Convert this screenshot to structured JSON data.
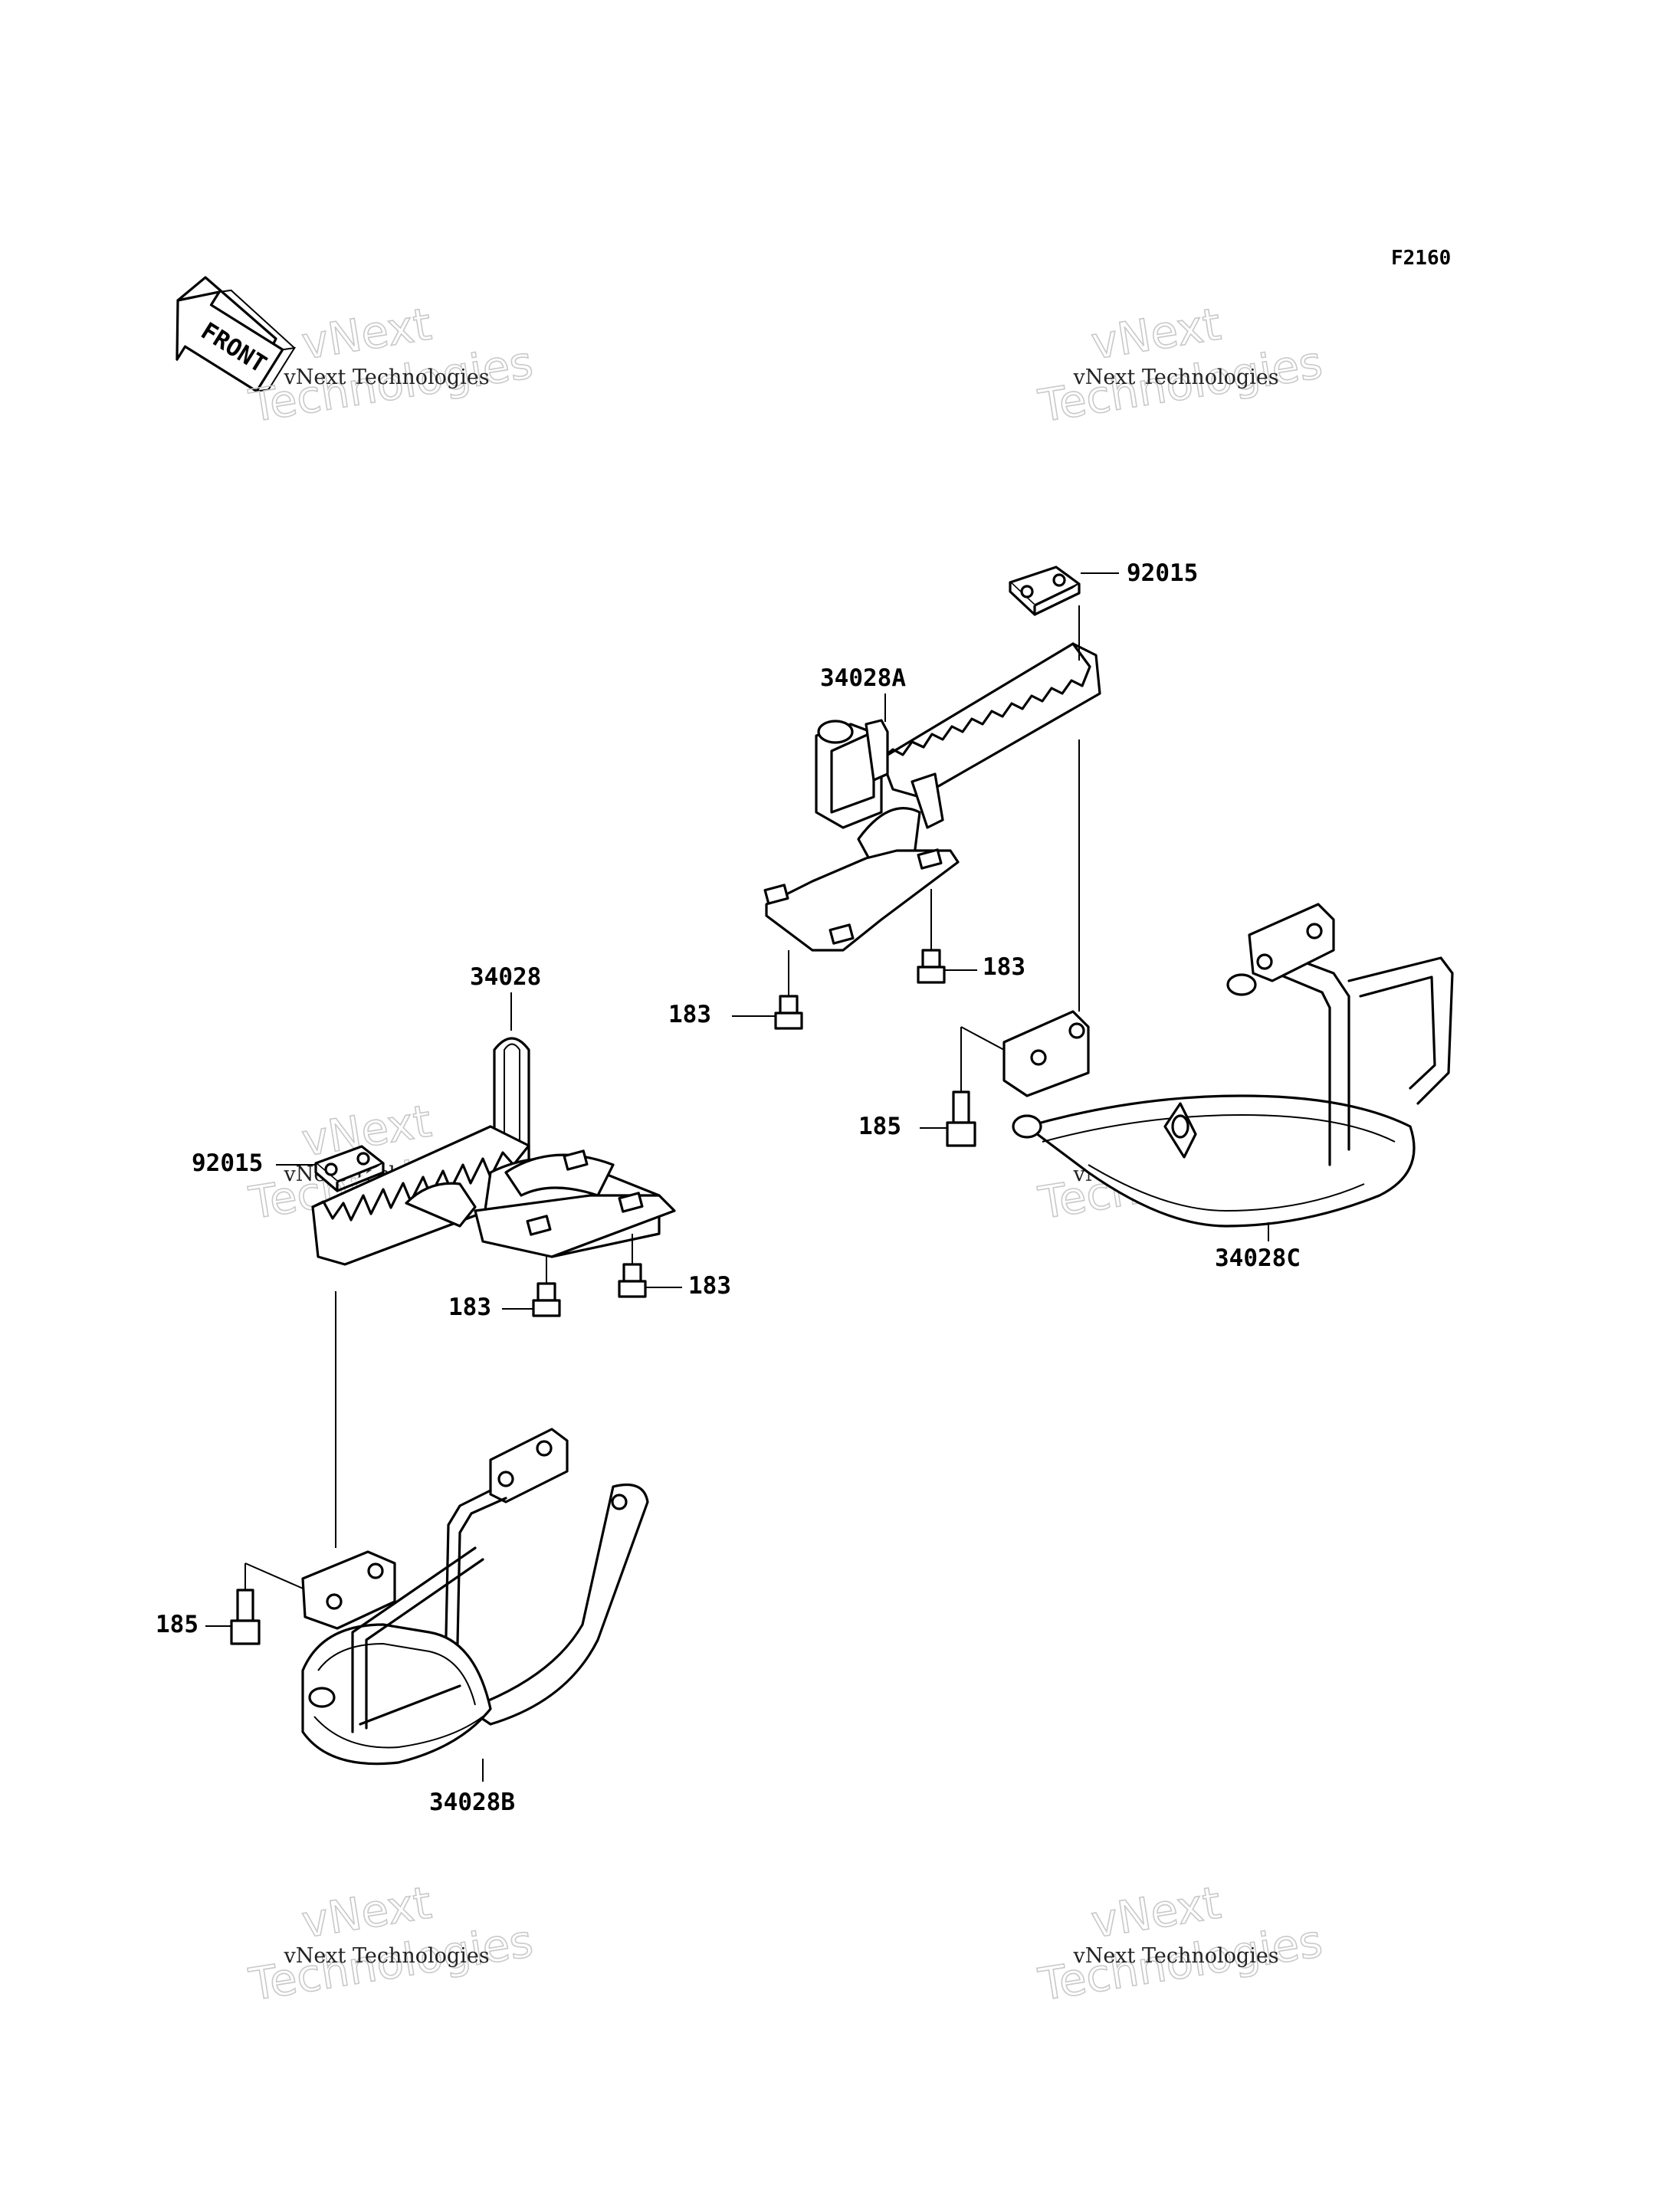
{
  "figure_id": "F2160",
  "front_label": "FRONT",
  "watermark": {
    "line1": "vNext",
    "line2": "Technologies",
    "caption": "vNext Technologies"
  },
  "parts": {
    "p_34028A": "34028A",
    "p_92015_r": "92015",
    "p_183_r1": "183",
    "p_183_r2": "183",
    "p_185_r": "185",
    "p_34028C": "34028C",
    "p_34028": "34028",
    "p_92015_l": "92015",
    "p_183_l1": "183",
    "p_183_l2": "183",
    "p_185_l": "185",
    "p_34028B": "34028B"
  }
}
